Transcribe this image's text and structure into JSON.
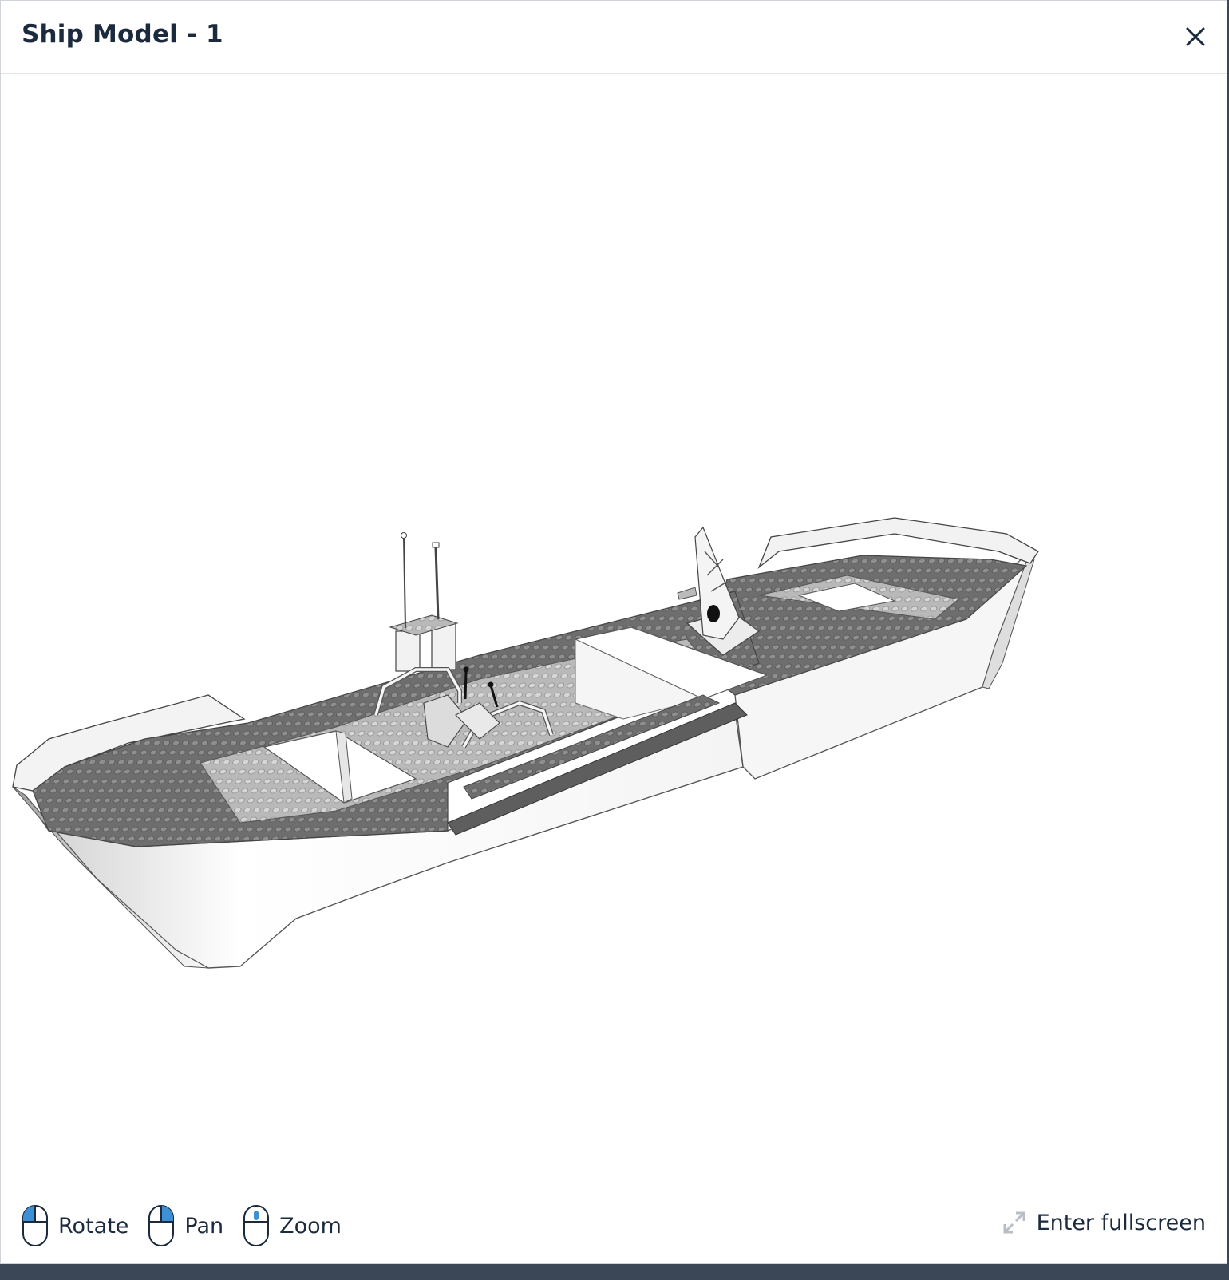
{
  "modal": {
    "title": "Ship Model - 1",
    "close_icon": "close-icon"
  },
  "viewer": {
    "model": "ship-model-render"
  },
  "controls": [
    {
      "label": "Rotate",
      "icon": "mouse-left-button-icon"
    },
    {
      "label": "Pan",
      "icon": "mouse-right-button-icon"
    },
    {
      "label": "Zoom",
      "icon": "mouse-scroll-wheel-icon"
    }
  ],
  "fullscreen": {
    "label": "Enter fullscreen",
    "icon": "expand-icon"
  },
  "colors": {
    "title_text": "#1b2a3d",
    "accent_blue": "#3d8fd6",
    "page_backdrop": "#3b4756"
  }
}
